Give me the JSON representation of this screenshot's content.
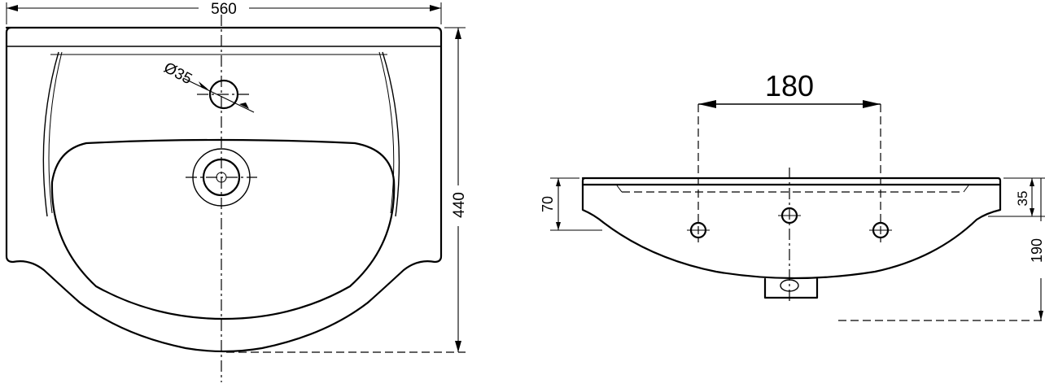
{
  "dimensions": {
    "top_width": "560",
    "top_depth": "440",
    "tap_hole_diameter": "Ø35",
    "tap_spacing": "180",
    "mount_height": "70",
    "rim_thickness": "35",
    "total_height": "190"
  }
}
